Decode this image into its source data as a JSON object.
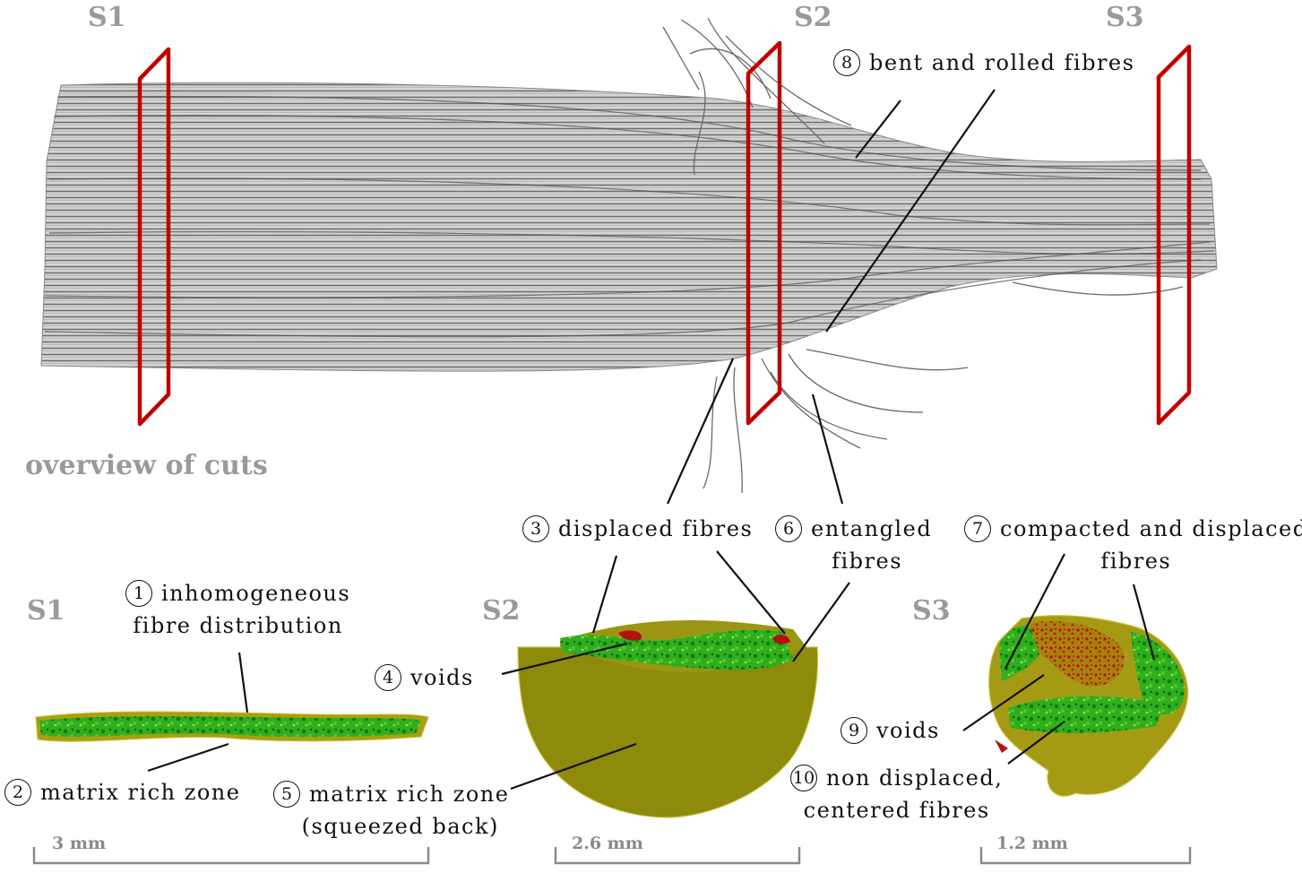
{
  "cuts": {
    "s1": "S1",
    "s2": "S2",
    "s3": "S3"
  },
  "overview_label": "overview of cuts",
  "sections": {
    "s1": "S1",
    "s2": "S2",
    "s3": "S3"
  },
  "annotations": [
    {
      "num": "1",
      "lines": [
        "inhomogeneous",
        "fibre distribution"
      ]
    },
    {
      "num": "2",
      "lines": [
        "matrix rich zone"
      ]
    },
    {
      "num": "3",
      "lines": [
        "displaced fibres"
      ]
    },
    {
      "num": "4",
      "lines": [
        "voids"
      ]
    },
    {
      "num": "5",
      "lines": [
        "matrix rich zone",
        "(squeezed back)"
      ]
    },
    {
      "num": "6",
      "lines": [
        "entangled",
        "fibres"
      ]
    },
    {
      "num": "7",
      "lines": [
        "compacted and displaced",
        "fibres"
      ]
    },
    {
      "num": "8",
      "lines": [
        "bent and rolled fibres"
      ]
    },
    {
      "num": "9",
      "lines": [
        "voids"
      ]
    },
    {
      "num": "10",
      "lines": [
        "non displaced,",
        "centered fibres"
      ]
    }
  ],
  "scales": {
    "s1": "3 mm",
    "s2": "2.6 mm",
    "s3": "1.2 mm"
  },
  "colors": {
    "cut_frame": "#c00000",
    "fibre": "#9a9a9a",
    "fibre_pattern": "green",
    "matrix": "olive",
    "voids": "dark-red"
  }
}
